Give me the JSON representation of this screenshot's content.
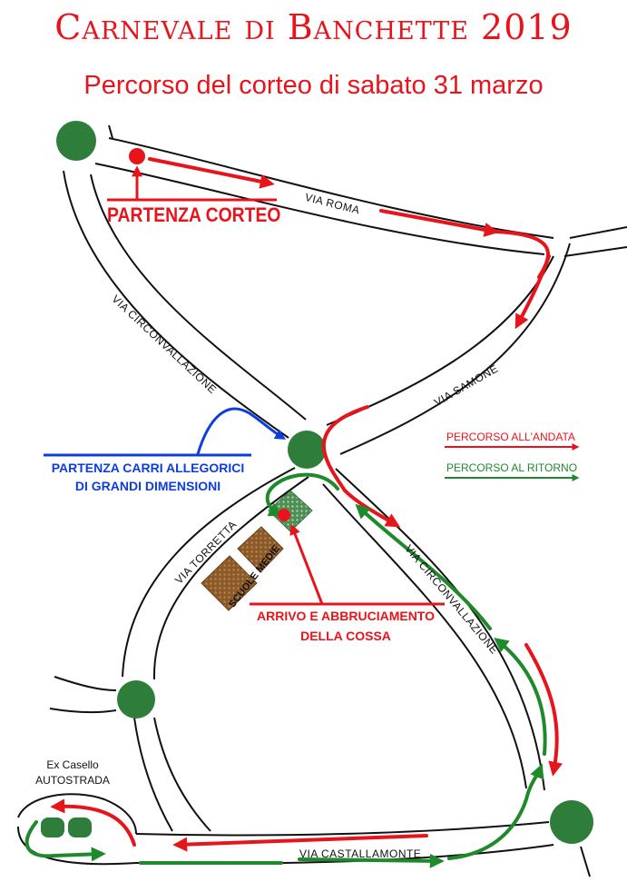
{
  "header": {
    "title": "Carnevale di Banchette 2019",
    "subtitle": "Percorso del corteo di sabato 31 marzo"
  },
  "streets": {
    "via_roma": "VIA ROMA",
    "via_circonvallazione_nw": "VIA CIRCONVALLAZIONE",
    "via_samone": "VIA SAMONE",
    "via_torretta": "VIA TORRETTA",
    "via_circonvallazione_se": "VIA CIRCONVALLAZIONE",
    "via_castallamonte": "VIA CASTALLAMONTE"
  },
  "annotations": {
    "partenza_corteo": "PARTENZA CORTEO",
    "partenza_carri_line1": "PARTENZA CARRI ALLEGORICI",
    "partenza_carri_line2": "DI GRANDI DIMENSIONI",
    "arrivo_line1": "ARRIVO E ABBRUCIAMENTO",
    "arrivo_line2": "DELLA COSSA",
    "scuole_medie": "SCUOLE MEDIE",
    "ex_casello_line1": "Ex Casello",
    "ex_casello_line2": "AUTOSTRADA"
  },
  "legend": {
    "andata": "PERCORSO ALL'ANDATA",
    "ritorno": "PERCORSO AL RITORNO"
  },
  "colors": {
    "andata": "#e8141b",
    "ritorno": "#1e8a2c",
    "carri": "#0d3de0",
    "roundabout": "#2e7d3a"
  }
}
